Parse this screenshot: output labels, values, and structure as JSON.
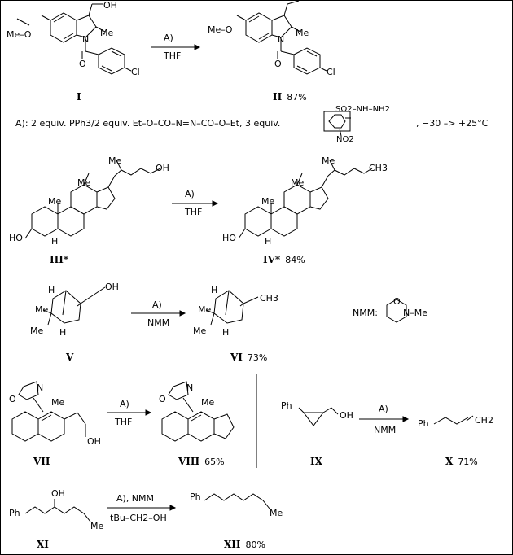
{
  "conditions_line": {
    "prefix": "A): 2 equiv. PPh3/2 equiv. Et–O–CO–N=N–CO–O–Et, 3 equiv.",
    "reagent_so2": "SO2–NH–NH2",
    "reagent_no2": "NO2",
    "suffix": ", −30 –> +25°C"
  },
  "arrows": [
    {
      "top": "A)",
      "bottom": "THF"
    },
    {
      "top": "A)",
      "bottom": "THF"
    },
    {
      "top": "A)",
      "bottom": "NMM"
    },
    {
      "top": "A)",
      "bottom": "THF"
    },
    {
      "top": "A)",
      "bottom": "NMM"
    },
    {
      "top": "A), NMM",
      "bottom": "tBu–CH2–OH"
    }
  ],
  "compounds": {
    "I": "I",
    "II": "II",
    "II_yield": "87%",
    "III": "III*",
    "IV": "IV*",
    "IV_yield": "84%",
    "V": "V",
    "VI": "VI",
    "VI_yield": "73%",
    "VII": "VII",
    "VIII": "VIII",
    "VIII_yield": "65%",
    "IX": "IX",
    "X": "X",
    "X_yield": "71%",
    "XI": "XI",
    "XII": "XII",
    "XII_yield": "80%"
  },
  "atoms": {
    "OH": "OH",
    "Me": "Me",
    "MeO": "Me–O",
    "N": "N",
    "O": "O",
    "Cl": "Cl",
    "CH3": "CH3",
    "CH2": "CH2",
    "H": "H",
    "HO": "HO",
    "Ph": "Ph",
    "nmm_label": "NMM:",
    "nmm_nme": "N–Me"
  }
}
